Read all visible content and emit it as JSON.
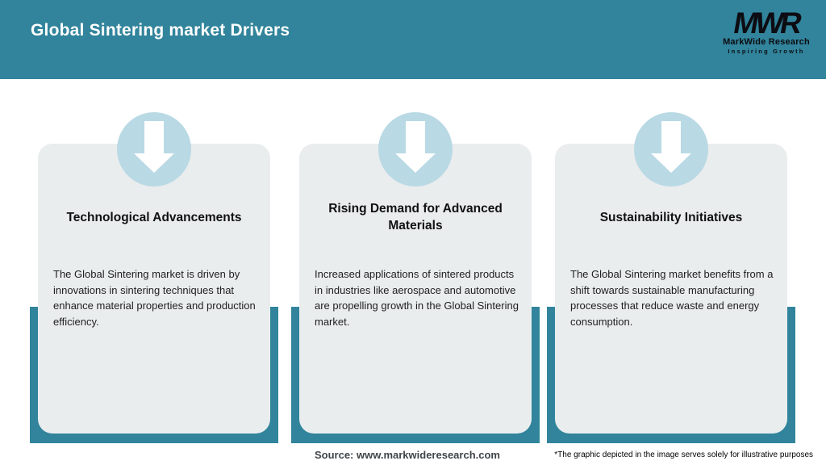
{
  "header": {
    "title": "Global Sintering market Drivers",
    "logo": {
      "acronym": "MWR",
      "name": "MarkWide Research",
      "tagline": "Inspiring Growth"
    }
  },
  "cards": [
    {
      "icon": "down-arrow-icon",
      "title": "Technological Advancements",
      "description": "The Global Sintering market is driven by innovations in sintering techniques that enhance material properties and production efficiency."
    },
    {
      "icon": "down-arrow-icon",
      "title": "Rising Demand for Advanced Materials",
      "description": "Increased applications of sintered products in industries like aerospace and automotive are propelling growth in the Global Sintering market."
    },
    {
      "icon": "down-arrow-icon",
      "title": "Sustainability Initiatives",
      "description": "The Global Sintering market benefits from a shift towards sustainable manufacturing processes that reduce waste and energy consumption."
    }
  ],
  "footer": {
    "source": "Source: www.markwideresearch.com",
    "disclaimer": "*The graphic depicted in the image serves solely for illustrative purposes"
  },
  "colors": {
    "teal": "#31849b",
    "card_background": "#e9edee",
    "circle_blue": "#b9d9e4",
    "arrow_white": "#ffffff",
    "header_text": "#ffffff",
    "logo_black": "#0c0c12"
  }
}
